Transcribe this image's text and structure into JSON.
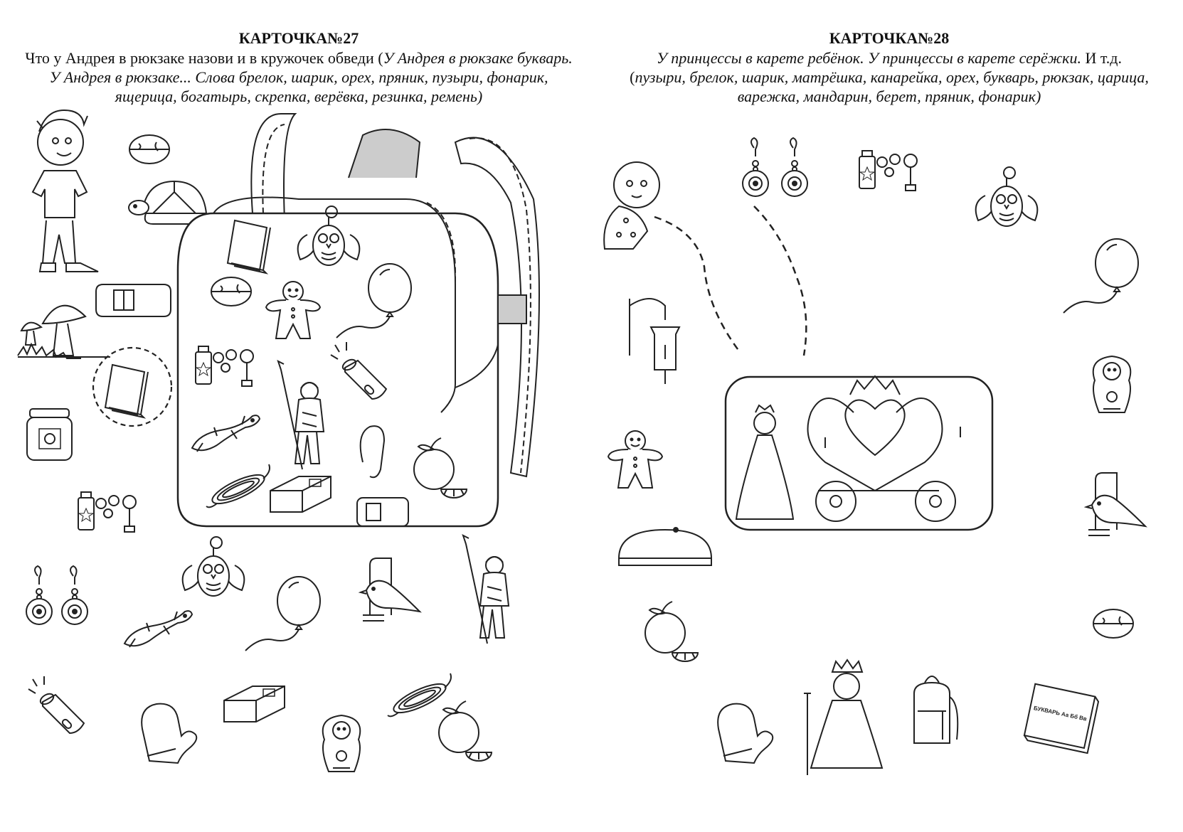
{
  "card27": {
    "title": "КАРТОЧКА№27",
    "instruction": "Что у Андрея в рюкзаке назови и в кружочек обведи (",
    "example": "У Андрея в рюкзаке букварь. У Андрея в рюкзаке... Слова брелок, шарик, орех, пряник, пузыри, фонарик, ящерица, богатырь, скрепка, верёвка, резинка, ремень)",
    "picture_icons": [
      "boy",
      "walnut",
      "turtle",
      "belt",
      "mushroom",
      "primer-book",
      "jar",
      "bubbles",
      "earrings",
      "owl-keychain",
      "lizard",
      "balloon",
      "canary",
      "bogatyr",
      "flashlight",
      "mitten",
      "eraser",
      "rope",
      "matryoshka",
      "mandarin",
      "backpack"
    ]
  },
  "card28": {
    "title": "КАРТОЧКА№28",
    "example": "У принцессы в карете ребёнок. У принцессы в карете серёжки.",
    "etc": " И т.д.",
    "words_open": "(",
    "words": "пузыри, брелок, шарик, матрёшка, канарейка, орех, букварь, рюкзак, царица, варежка, мандарин, берет, пряник, фонарик)",
    "picture_icons": [
      "baby",
      "earrings",
      "bubbles",
      "owl-keychain",
      "balloon",
      "lantern",
      "matryoshka",
      "gingerbread",
      "canary",
      "beret",
      "mandarin",
      "walnut",
      "mitten",
      "queen",
      "backpack",
      "primer-book",
      "princess",
      "carriage"
    ]
  },
  "book_cover_lettering": "БУКВАРЬ Аа Бб Вв"
}
